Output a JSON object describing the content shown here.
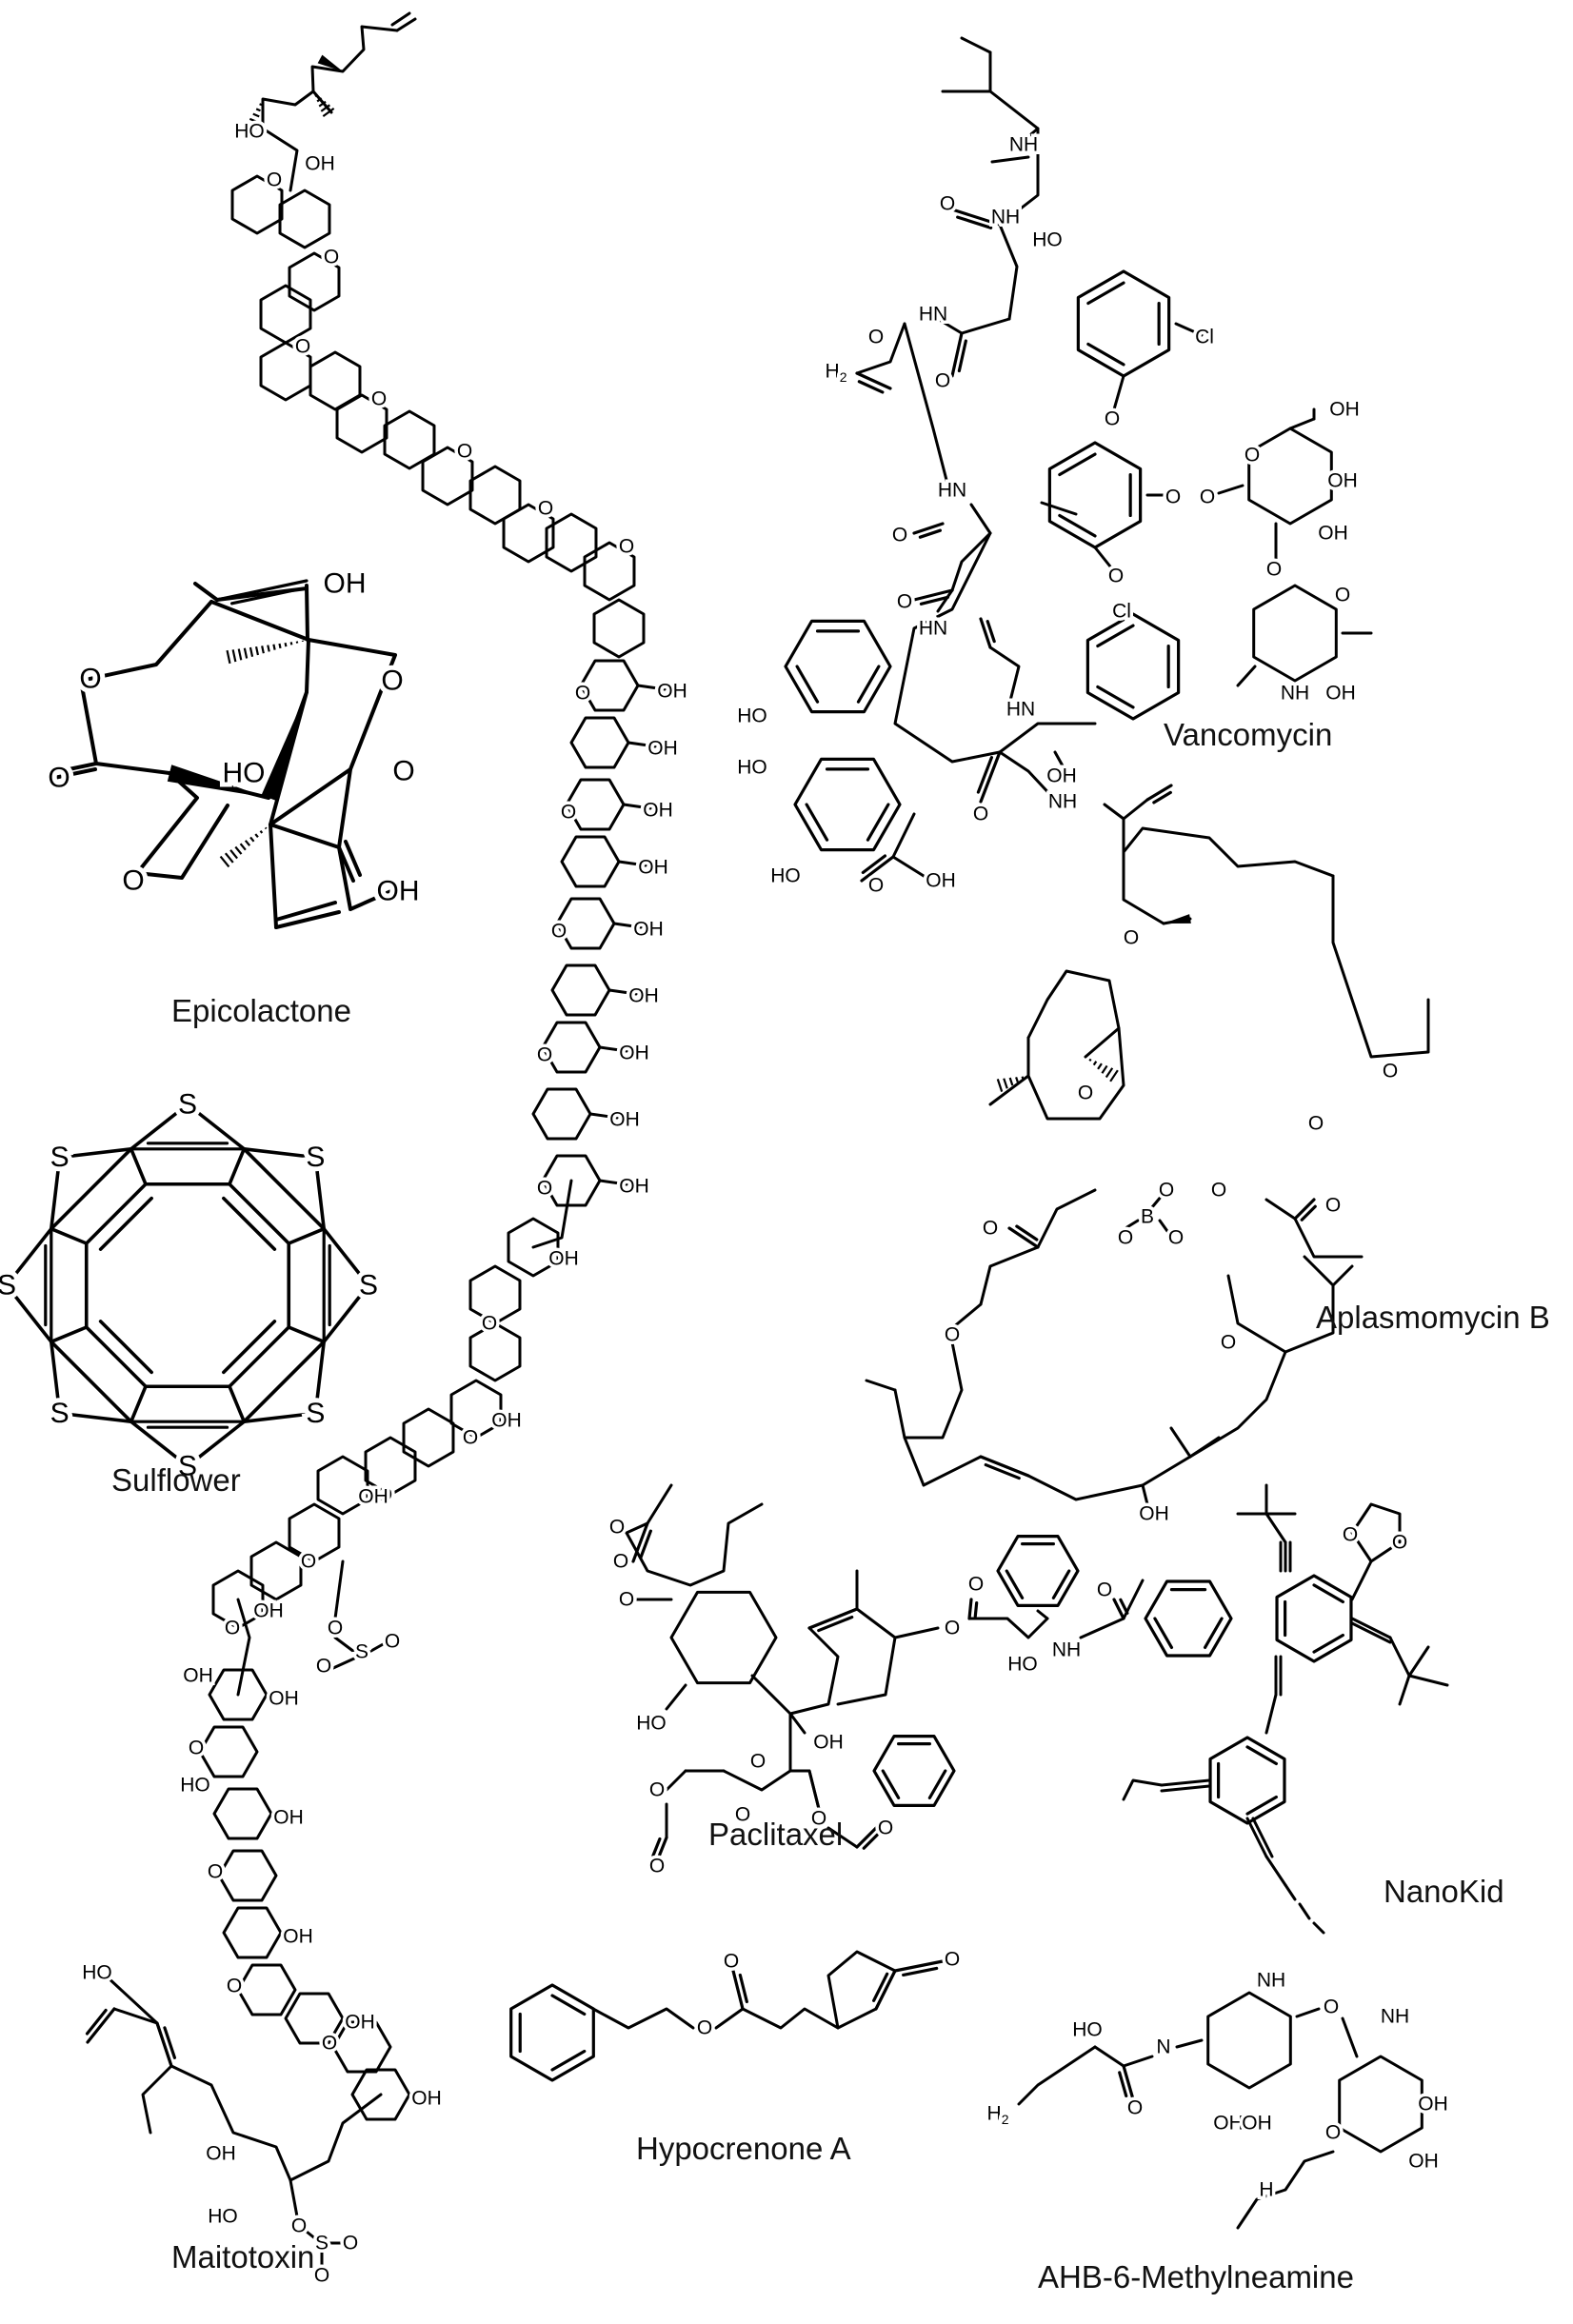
{
  "molecules": [
    {
      "key": "epicolactone",
      "name": "Epicolactone"
    },
    {
      "key": "sulflower",
      "name": "Sulflower"
    },
    {
      "key": "maitotoxin",
      "name": "Maitotoxin"
    },
    {
      "key": "vancomycin",
      "name": "Vancomycin"
    },
    {
      "key": "aplasmomycin",
      "name": "Aplasmomycin B"
    },
    {
      "key": "paclitaxel",
      "name": "Paclitaxel"
    },
    {
      "key": "nanokid",
      "name": "NanoKid"
    },
    {
      "key": "hypocrenone",
      "name": "Hypocrenone A"
    },
    {
      "key": "ahb",
      "name": "AHB-6-Methylneamine"
    }
  ],
  "atom_labels": {
    "oh": "OH",
    "ho": "HO",
    "o": "O",
    "s": "S",
    "n": "N",
    "nh": "NH",
    "hn": "HN",
    "h": "H",
    "cl": "Cl",
    "b": "B",
    "nh2": "NH",
    "h2n": "H",
    "sub2": "2",
    "o_minus": "O",
    "minus": "−"
  },
  "colors": {
    "ink": "#000000",
    "background": "#ffffff"
  }
}
